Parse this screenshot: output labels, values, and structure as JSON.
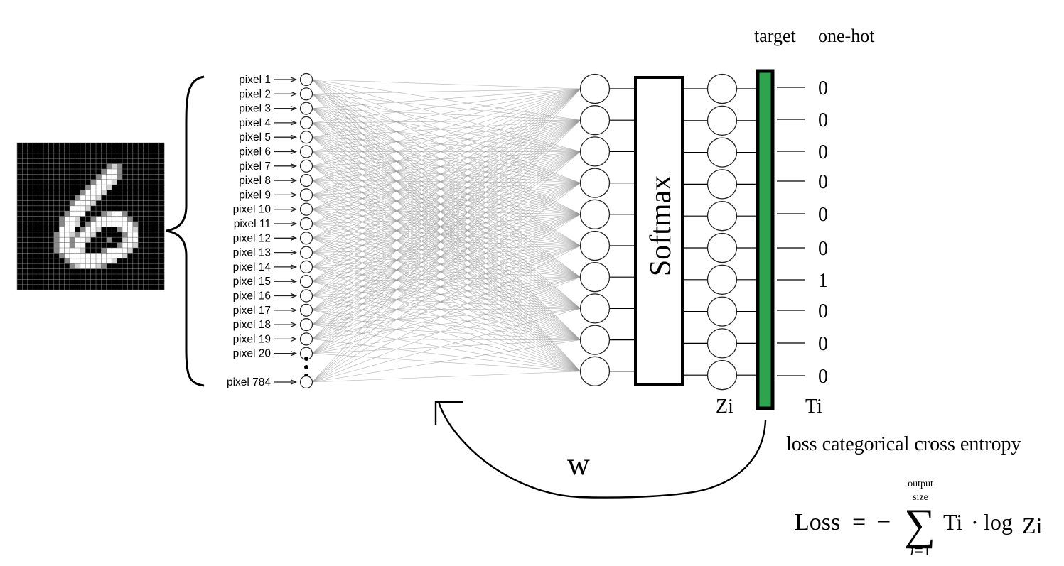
{
  "header": {
    "target_label": "target",
    "onehot_label": "one-hot"
  },
  "input_layer": {
    "labels": [
      "pixel 1",
      "pixel 2",
      "pixel 3",
      "pixel 4",
      "pixel 5",
      "pixel 6",
      "pixel 7",
      "pixel 8",
      "pixel 9",
      "pixel 10",
      "pixel 11",
      "pixel 12",
      "pixel 13",
      "pixel 14",
      "pixel 15",
      "pixel 16",
      "pixel 17",
      "pixel 18",
      "pixel 19",
      "pixel 20"
    ],
    "last_label": "pixel 784"
  },
  "digit_image": {
    "rows": [
      "0000000000000000000000000000",
      "0000000000000000000000000000",
      "0000000000000000000000000000",
      "0000000000000000000000000000",
      "0000000000000000012100000000",
      "0000000000000000133100000000",
      "0000000000000001333100000000",
      "0000000000000013332000000000",
      "0000000000000133320000000000",
      "0000000000001333200000000000",
      "0000000000013332000000000000",
      "0000000000133320000000000000",
      "0000000000333200000000000000",
      "0000000001333000123310000000",
      "0000000013320013333331000000",
      "0000000013320133333333100000",
      "0000000033301332000133200000",
      "0000000133213320000013300000",
      "0000000133133200010023300000",
      "0000000133133000000133200000",
      "0000000133332000133332000000",
      "0000000013333333333320000000",
      "0000000001333333332000000000",
      "0000000000123332100000000000",
      "0000000000000000000000000000",
      "0000000000000000000000000000",
      "0000000000000000000000000000",
      "0000000000000000000000000000"
    ]
  },
  "softmax": {
    "label": "Softmax"
  },
  "output_layer": {
    "label": "Zi",
    "count": 10
  },
  "target_vector": {
    "label": "Ti",
    "values": [
      "0",
      "0",
      "0",
      "0",
      "0",
      "0",
      "1",
      "0",
      "0",
      "0"
    ],
    "color": "#2ea44f"
  },
  "feedback": {
    "label": "w"
  },
  "loss": {
    "title": "loss categorical cross entropy",
    "lhs": "Loss",
    "equals": "=",
    "minus": "−",
    "sum_symbol": "∑",
    "sum_top_1": "output",
    "sum_top_2": "size",
    "sum_bottom_var": "i",
    "sum_bottom_eq": "=1",
    "term_t": "Ti",
    "dot": "·",
    "log": "log",
    "term_z": "Zi"
  }
}
